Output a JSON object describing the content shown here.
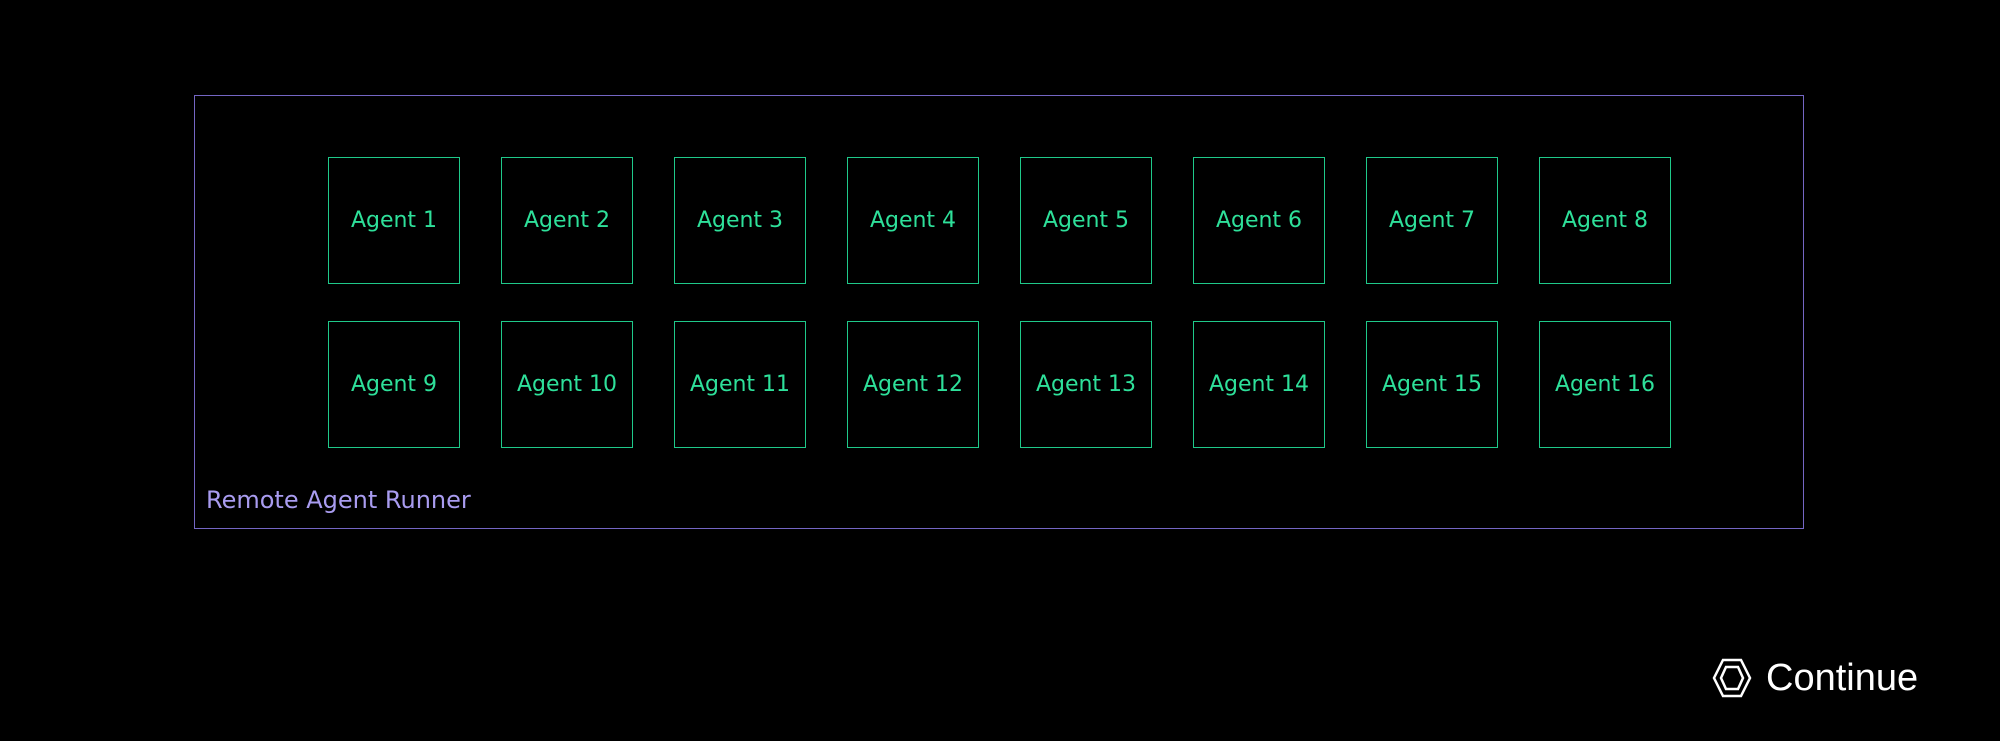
{
  "runner": {
    "label": "Remote Agent Runner",
    "border_color": "#7466c4"
  },
  "agents": [
    "Agent 1",
    "Agent 2",
    "Agent 3",
    "Agent 4",
    "Agent 5",
    "Agent 6",
    "Agent 7",
    "Agent 8",
    "Agent 9",
    "Agent 10",
    "Agent 11",
    "Agent 12",
    "Agent 13",
    "Agent 14",
    "Agent 15",
    "Agent 16"
  ],
  "agent_color": "#2ee09a",
  "logo": {
    "text": "Continue"
  }
}
